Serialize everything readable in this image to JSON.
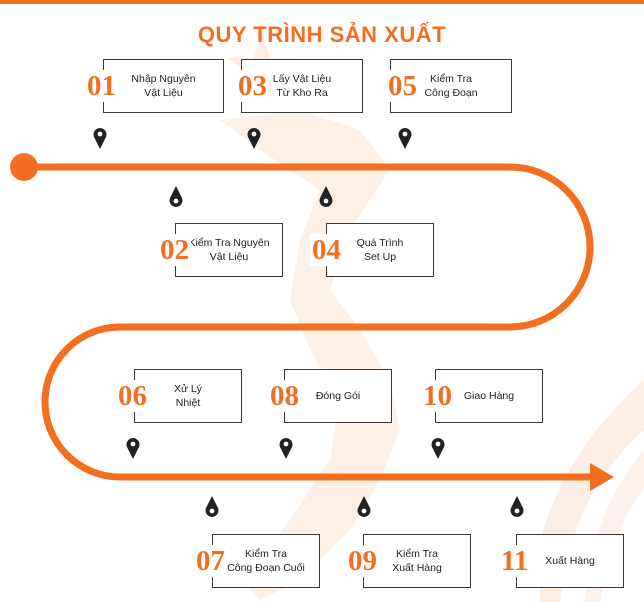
{
  "title": "QUY TRÌNH SẢN XUẤT",
  "accent_color": "#f26f21",
  "steps": [
    {
      "num": "01",
      "label": "Nhập Nguyên\nVật Liệu"
    },
    {
      "num": "02",
      "label": "Kiểm Tra Nguyên\nVật Liệu"
    },
    {
      "num": "03",
      "label": "Lấy Vật Liệu\nTừ Kho Ra"
    },
    {
      "num": "04",
      "label": "Quá Trình\nSet Up"
    },
    {
      "num": "05",
      "label": "Kiểm Tra\nCông Đoạn"
    },
    {
      "num": "06",
      "label": "Xử Lý\nNhiệt"
    },
    {
      "num": "07",
      "label": "Kiểm Tra\nCông Đoạn Cuối"
    },
    {
      "num": "08",
      "label": "Đóng Gói"
    },
    {
      "num": "09",
      "label": "Kiểm Tra\nXuất Hàng"
    },
    {
      "num": "10",
      "label": "Giao Hàng"
    },
    {
      "num": "11",
      "label": "Xuất Hàng"
    }
  ]
}
